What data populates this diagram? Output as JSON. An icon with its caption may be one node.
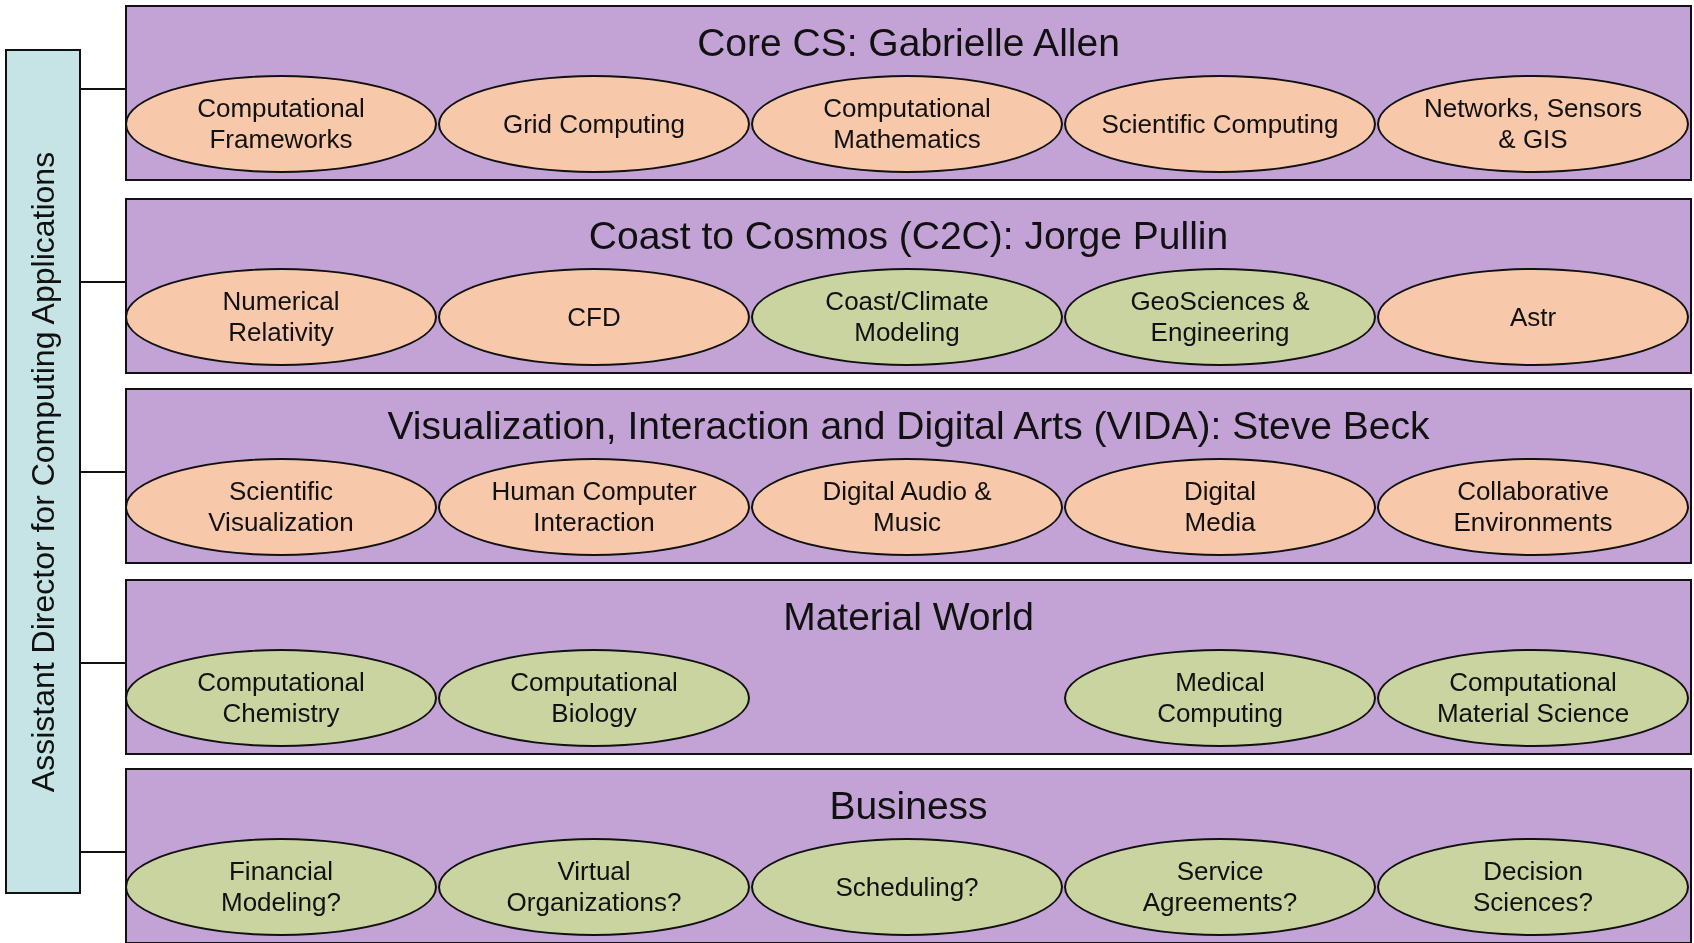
{
  "diagram": {
    "nodes": [
      {
        "text": [
          "Assistant Director for Computing Applications"
        ]
      },
      {
        "text": [
          "Core CS: Gabrielle Allen"
        ]
      },
      {
        "text": [
          "Computational Frameworks"
        ],
        "in": 1
      },
      {
        "text": [
          "Grid Computing"
        ],
        "in": 1
      },
      {
        "text": [
          "Computational Mathematics"
        ],
        "in": 1
      },
      {
        "text": [
          "Scientific Computing"
        ],
        "in": 1
      },
      {
        "text": [
          "Networks, Sensors & GIS"
        ],
        "in": 1
      },
      {
        "text": [
          "Coast to Cosmos (C2C): Jorge Pullin"
        ]
      },
      {
        "text": [
          "Numerical Relativity"
        ],
        "in": 7
      },
      {
        "text": [
          "CFD"
        ],
        "in": 7
      },
      {
        "text": [
          "Coast/Climate Modeling"
        ],
        "in": 7
      },
      {
        "text": [
          "GeoSciences & Engineering"
        ],
        "in": 7
      },
      {
        "text": [
          "Astr"
        ],
        "in": 7
      },
      {
        "text": [
          "Visualization, Interaction and Digital Arts (VIDA): Steve Beck"
        ]
      },
      {
        "text": [
          "Scientific Visualization"
        ],
        "in": 13
      },
      {
        "text": [
          "Human Computer Interaction"
        ],
        "in": 13
      },
      {
        "text": [
          "Digital Audio & Music"
        ],
        "in": 13
      },
      {
        "text": [
          "Digital Media"
        ],
        "in": 13
      },
      {
        "text": [
          "Collaborative Environments"
        ],
        "in": 13
      },
      {
        "text": [
          "Material World"
        ]
      },
      {
        "text": [
          "Computational Chemistry"
        ],
        "in": 19
      },
      {
        "text": [
          "Computational Biology"
        ],
        "in": 19
      },
      {
        "text": [
          "Medical Computing"
        ],
        "in": 19
      },
      {
        "text": [
          "Computational Material Science"
        ],
        "in": 19
      },
      {
        "text": [
          "Business"
        ]
      },
      {
        "text": [
          "Financial Modeling?"
        ],
        "in": 24
      },
      {
        "text": [
          "Virtual Organizations?"
        ],
        "in": 24
      },
      {
        "text": [
          "Scheduling?"
        ],
        "in": 24
      },
      {
        "text": [
          "Service Agreements?"
        ],
        "in": 24
      },
      {
        "text": [
          "Decision Sciences?"
        ],
        "in": 24
      }
    ],
    "edges": [
      {
        "from": 0,
        "to": 1,
        "arrow": "none"
      },
      {
        "from": 0,
        "to": 7,
        "arrow": "none"
      },
      {
        "from": 0,
        "to": 13,
        "arrow": "none"
      },
      {
        "from": 0,
        "to": 19,
        "arrow": "none"
      },
      {
        "from": 0,
        "to": 24,
        "arrow": "none"
      }
    ]
  }
}
